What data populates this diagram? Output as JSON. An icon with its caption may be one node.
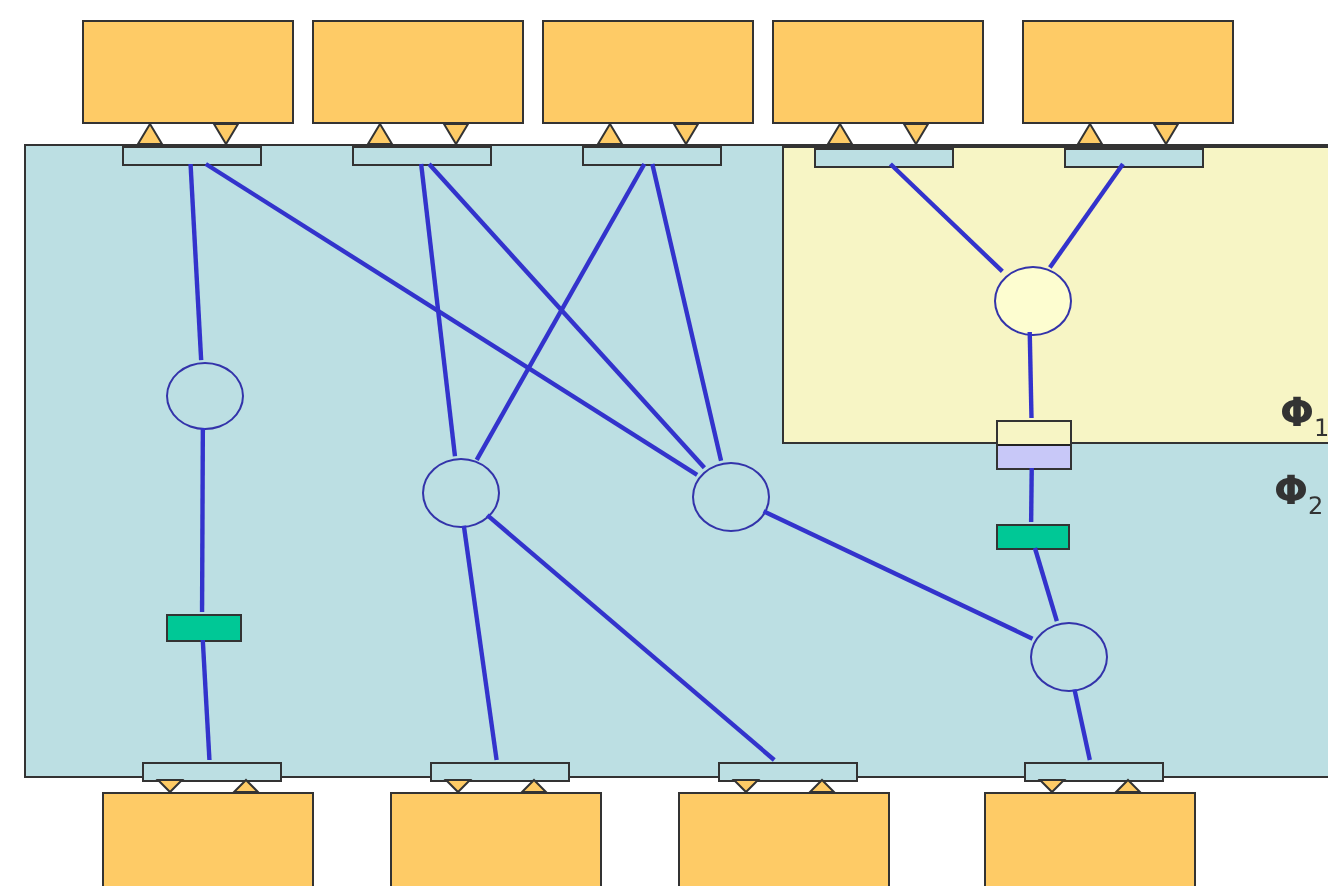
{
  "diagram": {
    "nodes": [
      {
        "text": [
          "Φ$_{2}$"
        ]
      },
      {
        "text": [
          "Φ$_{1}$"
        ],
        "in": 0
      },
      {
        "text": [],
        "shape": "box"
      },
      {
        "text": [],
        "shape": "box"
      },
      {
        "text": [],
        "shape": "box"
      },
      {
        "text": [],
        "shape": "box"
      },
      {
        "text": [],
        "shape": "box"
      },
      {
        "text": [],
        "shape": "bar",
        "in": 0
      },
      {
        "text": [],
        "shape": "bar",
        "in": 0
      },
      {
        "text": [],
        "shape": "bar",
        "in": 0
      },
      {
        "text": [],
        "shape": "bar",
        "in": 1
      },
      {
        "text": [],
        "shape": "bar",
        "in": 1
      },
      {
        "text": [],
        "shape": "circle",
        "in": 0
      },
      {
        "text": [],
        "shape": "circle",
        "in": 0
      },
      {
        "text": [],
        "shape": "circle",
        "in": 0
      },
      {
        "text": [],
        "shape": "circle",
        "in": 1
      },
      {
        "text": [],
        "shape": "circle",
        "in": 0
      },
      {
        "text": [],
        "shape": "bar",
        "in": 0
      },
      {
        "text": [],
        "shape": "bar",
        "in": 0
      },
      {
        "text": [],
        "shape": "box",
        "in": 0
      },
      {
        "text": [],
        "shape": "bar",
        "in": 0
      },
      {
        "text": [],
        "shape": "bar",
        "in": 0
      },
      {
        "text": [],
        "shape": "bar",
        "in": 0
      },
      {
        "text": [],
        "shape": "bar",
        "in": 0
      },
      {
        "text": [],
        "shape": "box"
      },
      {
        "text": [],
        "shape": "box"
      },
      {
        "text": [],
        "shape": "box"
      },
      {
        "text": [],
        "shape": "box"
      }
    ],
    "edges": [
      {
        "from": 7,
        "to": 12,
        "arrow": "none"
      },
      {
        "from": 7,
        "to": 14,
        "arrow": "none"
      },
      {
        "from": 8,
        "to": 13,
        "arrow": "none"
      },
      {
        "from": 8,
        "to": 14,
        "arrow": "none"
      },
      {
        "from": 9,
        "to": 13,
        "arrow": "none"
      },
      {
        "from": 9,
        "to": 14,
        "arrow": "none"
      },
      {
        "from": 10,
        "to": 15,
        "arrow": "none"
      },
      {
        "from": 11,
        "to": 15,
        "arrow": "none"
      },
      {
        "from": 15,
        "to": 19,
        "arrow": "none"
      },
      {
        "from": 19,
        "to": 18,
        "arrow": "none"
      },
      {
        "from": 18,
        "to": 16,
        "arrow": "none"
      },
      {
        "from": 14,
        "to": 16,
        "arrow": "none"
      },
      {
        "from": 12,
        "to": 17,
        "arrow": "none"
      },
      {
        "from": 17,
        "to": 20,
        "arrow": "none"
      },
      {
        "from": 13,
        "to": 21,
        "arrow": "none"
      },
      {
        "from": 13,
        "to": 22,
        "arrow": "none"
      },
      {
        "from": 16,
        "to": 23,
        "arrow": "none"
      },
      {
        "from": 7,
        "to": 2,
        "arrow": "to"
      },
      {
        "from": 2,
        "to": 7,
        "arrow": "to"
      },
      {
        "from": 8,
        "to": 3,
        "arrow": "to"
      },
      {
        "from": 3,
        "to": 8,
        "arrow": "to"
      },
      {
        "from": 9,
        "to": 4,
        "arrow": "to"
      },
      {
        "from": 4,
        "to": 9,
        "arrow": "to"
      },
      {
        "from": 10,
        "to": 5,
        "arrow": "to"
      },
      {
        "from": 5,
        "to": 10,
        "arrow": "to"
      },
      {
        "from": 11,
        "to": 6,
        "arrow": "to"
      },
      {
        "from": 6,
        "to": 11,
        "arrow": "to"
      },
      {
        "from": 20,
        "to": 24,
        "arrow": "to"
      },
      {
        "from": 24,
        "to": 20,
        "arrow": "to"
      },
      {
        "from": 21,
        "to": 25,
        "arrow": "to"
      },
      {
        "from": 25,
        "to": 21,
        "arrow": "to"
      },
      {
        "from": 22,
        "to": 26,
        "arrow": "to"
      },
      {
        "from": 26,
        "to": 22,
        "arrow": "to"
      },
      {
        "from": 23,
        "to": 27,
        "arrow": "to"
      },
      {
        "from": 27,
        "to": 23,
        "arrow": "to"
      }
    ]
  }
}
